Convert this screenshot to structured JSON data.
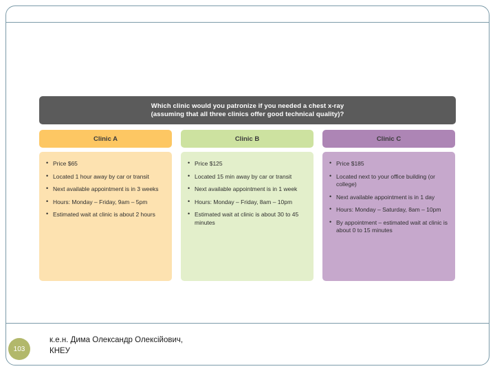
{
  "slide": {
    "page_number": "103",
    "footer_line1": "к.е.н. Дима Олександр Олексійович,",
    "footer_line2": "КНЕУ",
    "accent_color": "#b2b86b",
    "frame_color": "#7a9aa8"
  },
  "graphic": {
    "question_line1": "Which clinic would you patronize if you needed a chest x-ray",
    "question_line2": "(assuming that all three clinics offer good technical quality)?",
    "question_bar_color": "#5b5b5b",
    "columns": [
      {
        "title": "Clinic A",
        "header_color": "#fdc763",
        "body_color": "#fde2b0",
        "bullets": [
          "Price $65",
          "Located 1 hour away by car or transit",
          "Next available appointment is in 3 weeks",
          "Hours: Monday – Friday, 9am – 5pm",
          "Estimated wait at clinic is about 2 hours"
        ]
      },
      {
        "title": "Clinic B",
        "header_color": "#cde2a0",
        "body_color": "#e3efcb",
        "bullets": [
          "Price $125",
          "Located 15 min away by car or transit",
          "Next available appointment is in 1 week",
          "Hours: Monday – Friday, 8am – 10pm",
          "Estimated wait at clinic is about 30 to 45 minutes"
        ]
      },
      {
        "title": "Clinic C",
        "header_color": "#ad85b5",
        "body_color": "#c6a8cc",
        "bullets": [
          "Price $185",
          "Located next to your office building (or college)",
          "Next available appointment is in 1 day",
          "Hours: Monday – Saturday, 8am – 10pm",
          "By appointment – estimated wait at clinic is about 0 to 15 minutes"
        ]
      }
    ]
  }
}
